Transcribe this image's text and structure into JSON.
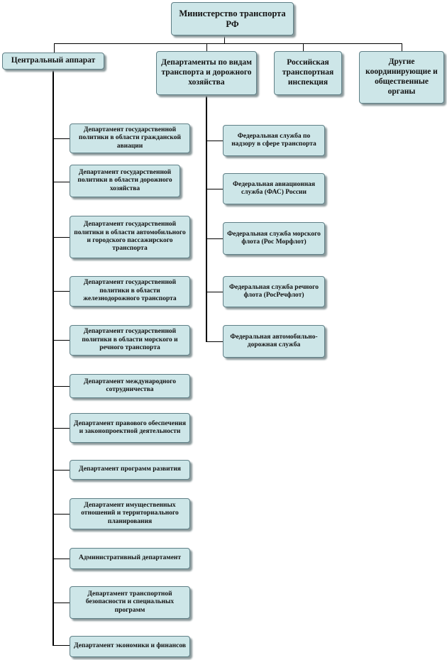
{
  "top": {
    "label": "Министерство транспорта РФ"
  },
  "level1": [
    {
      "label": "Центральный аппарат"
    },
    {
      "label": "Департаменты по видам транспорта и дорожного хозяйства"
    },
    {
      "label": "Российская транспортная инспекция"
    },
    {
      "label": "Другие координирующие и общественные органы"
    }
  ],
  "central_departments": [
    {
      "label": "Департамент государственной политики в области гражданской авиации"
    },
    {
      "label": "Департамент государственной политики в области дорожного хозяйства"
    },
    {
      "label": "Департамент государственной политики в области автомобильного и городского пассажирского транспорта"
    },
    {
      "label": "Департамент государственной политики в области железнодорожного транспорта"
    },
    {
      "label": "Департамент государственной политики в области морского и речного транспорта"
    },
    {
      "label": "Департамент международного сотрудничества"
    },
    {
      "label": "Департамент правового обеспечения и законопроектной деятельности"
    },
    {
      "label": "Департамент программ развития"
    },
    {
      "label": "Департамент имущественных отношений и территориального планирования"
    },
    {
      "label": "Административный департамент"
    },
    {
      "label": "Департамент транспортной безопасности и специальных программ"
    },
    {
      "label": "Департамент экономики и финансов"
    }
  ],
  "federal_services": [
    {
      "label": "Федеральная служба по надзору в сфере транспорта"
    },
    {
      "label": "Федеральная авиационная служба (ФАС) России"
    },
    {
      "label": "Федеральная служба морского флота (Рос Морфлот)"
    },
    {
      "label": "Федеральная служба речного флота (РосРечфлот)"
    },
    {
      "label": "Федеральная автомобильно-дорожная служба"
    }
  ]
}
